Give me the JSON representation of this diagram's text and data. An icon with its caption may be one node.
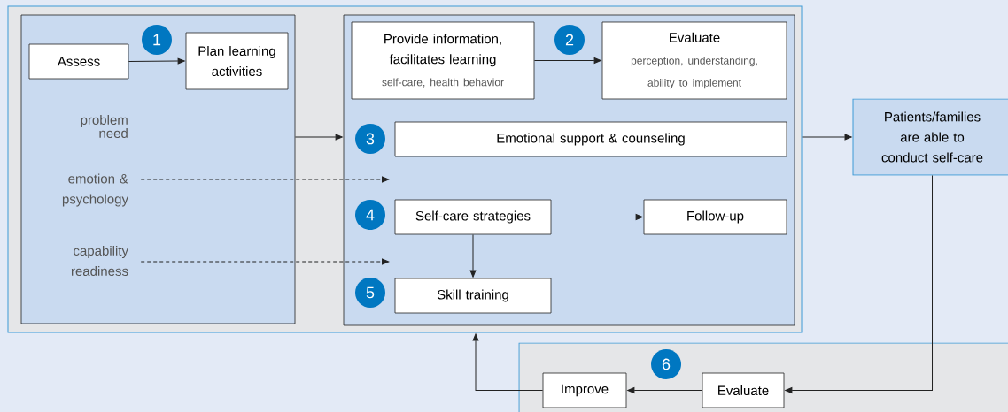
{
  "diagram": {
    "nodes": [
      {
        "text": [],
        "shape": "box"
      },
      {
        "text": [],
        "shape": "box",
        "in": 0
      },
      {
        "text": [
          "1"
        ],
        "in": 1
      },
      {
        "text": [
          "Assess"
        ],
        "in": 1
      },
      {
        "text": [
          "Plan learning activities"
        ],
        "in": 1
      },
      {
        "text": [
          "emotion & psychology"
        ],
        "in": 1
      },
      {
        "text": [
          "capability readiness"
        ],
        "in": 1
      },
      {
        "text": [],
        "shape": "box",
        "in": 0
      },
      {
        "text": [
          "Provide information, facilitates learning",
          "self-care, health behavior"
        ],
        "in": 7
      },
      {
        "text": [
          "2"
        ],
        "in": 7
      },
      {
        "text": [
          "Evaluate",
          "perception, understanding, ability to implement"
        ],
        "in": 7
      },
      {
        "text": [
          "3"
        ],
        "in": 7
      },
      {
        "text": [
          "Emotional support & counseling"
        ],
        "in": 7
      },
      {
        "text": [
          "4"
        ],
        "in": 7
      },
      {
        "text": [
          "Self-care strategies"
        ],
        "in": 7
      },
      {
        "text": [
          "Follow-up"
        ],
        "in": 7
      },
      {
        "text": [
          "5"
        ],
        "in": 7
      },
      {
        "text": [
          "Skill training"
        ],
        "in": 7
      },
      {
        "text": [
          "Patients/families are able to conduct self-care"
        ]
      },
      {
        "text": [],
        "shape": "box"
      },
      {
        "text": [
          "6"
        ],
        "in": 19
      },
      {
        "text": [
          "Improve"
        ],
        "in": 19
      },
      {
        "text": [
          "Evaluate"
        ],
        "in": 19
      }
    ],
    "edges": [
      {
        "from": 3,
        "to": 4,
        "arrow": "to"
      },
      {
        "from": 1,
        "to": 7,
        "arrow": "to"
      },
      {
        "from": 5,
        "to": null,
        "arrow": "to",
        "style": "dashed"
      },
      {
        "from": 6,
        "to": null,
        "arrow": "to",
        "style": "dashed"
      },
      {
        "from": 8,
        "to": 10,
        "arrow": "to"
      },
      {
        "from": 14,
        "to": 15,
        "arrow": "to"
      },
      {
        "from": 14,
        "to": 17,
        "arrow": "to"
      },
      {
        "from": 0,
        "to": 18,
        "arrow": "to"
      },
      {
        "from": 18,
        "to": 22,
        "arrow": "to"
      },
      {
        "from": 22,
        "to": 21,
        "arrow": "to"
      },
      {
        "from": 21,
        "to": 0,
        "arrow": "to"
      }
    ],
    "labels": [
      "problem need"
    ]
  }
}
